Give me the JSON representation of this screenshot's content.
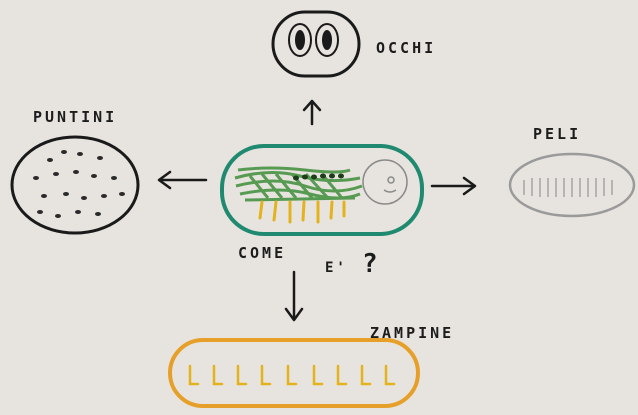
{
  "paper_color": "#ece9e4",
  "center_label": "COME E' ?",
  "center_label_main": "COME",
  "center_label_accent": "E'",
  "center_label_question": "?",
  "labels": {
    "eyes": "OCCHI",
    "dots": "PUNTINI",
    "hairs": "PELI",
    "legs": "ZAMPINE"
  },
  "colors": {
    "center_outline": "#1f8a70",
    "center_fill": "#3f8f3a",
    "legs_yellow": "#e3b21c",
    "legs_outline": "#e6a02a",
    "hairs_outline": "#9a9a9a",
    "dots_outline": "#1a1a1a",
    "eyes_outline": "#1a1a1a",
    "arrows": "#1a1a1a"
  },
  "icons": {
    "center": "caterpillar-drawing",
    "eyes": "eyes-drawing",
    "dots": "spotted-oval-drawing",
    "hairs": "hairy-oval-drawing",
    "legs": "legs-row-drawing"
  }
}
